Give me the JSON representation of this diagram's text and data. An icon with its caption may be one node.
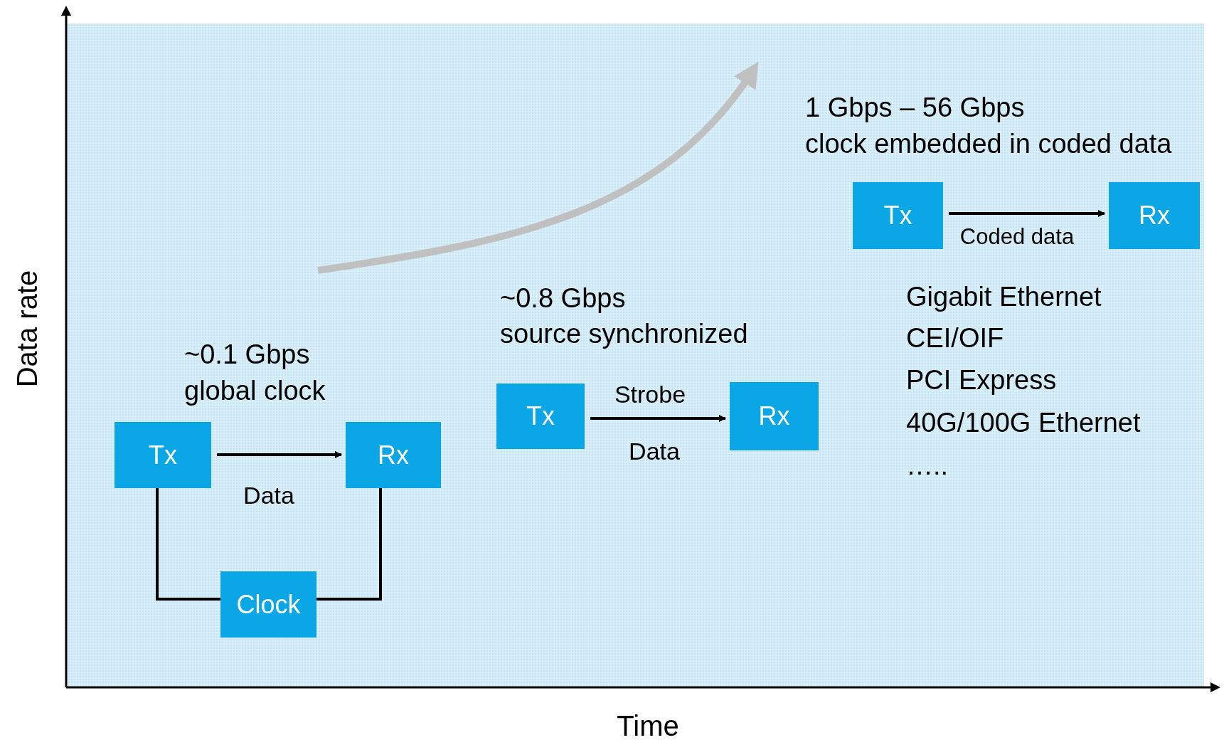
{
  "diagram": {
    "nodes": [
      {
        "text": [
          "Tx"
        ]
      },
      {
        "text": [
          "Rx"
        ]
      },
      {
        "text": [
          "Clock"
        ]
      },
      {
        "text": [
          "Tx"
        ]
      },
      {
        "text": [
          "Rx"
        ]
      },
      {
        "text": [
          "Tx"
        ]
      },
      {
        "text": [
          "Rx"
        ]
      }
    ],
    "edges": [
      {
        "from": 0,
        "to": 1,
        "arrow": "to",
        "label": "Data"
      },
      {
        "from": 0,
        "to": 2,
        "arrow": "none"
      },
      {
        "from": 2,
        "to": 1,
        "arrow": "none"
      },
      {
        "from": 3,
        "to": 4,
        "arrow": "to",
        "label": "Strobe"
      },
      {
        "from": 5,
        "to": 6,
        "arrow": "to",
        "label": "Coded data"
      }
    ],
    "labels": [
      "1 Gbps – 56 Gbps",
      "clock embedded in coded data",
      "~0.8 Gbps",
      "source synchronized",
      "Gigabit Ethernet",
      "CEI/OIF",
      "PCI Express",
      "40G/100G Ethernet",
      "…..",
      "~0.1 Gbps",
      "global clock",
      "Data",
      "Data rate",
      "Time"
    ]
  }
}
